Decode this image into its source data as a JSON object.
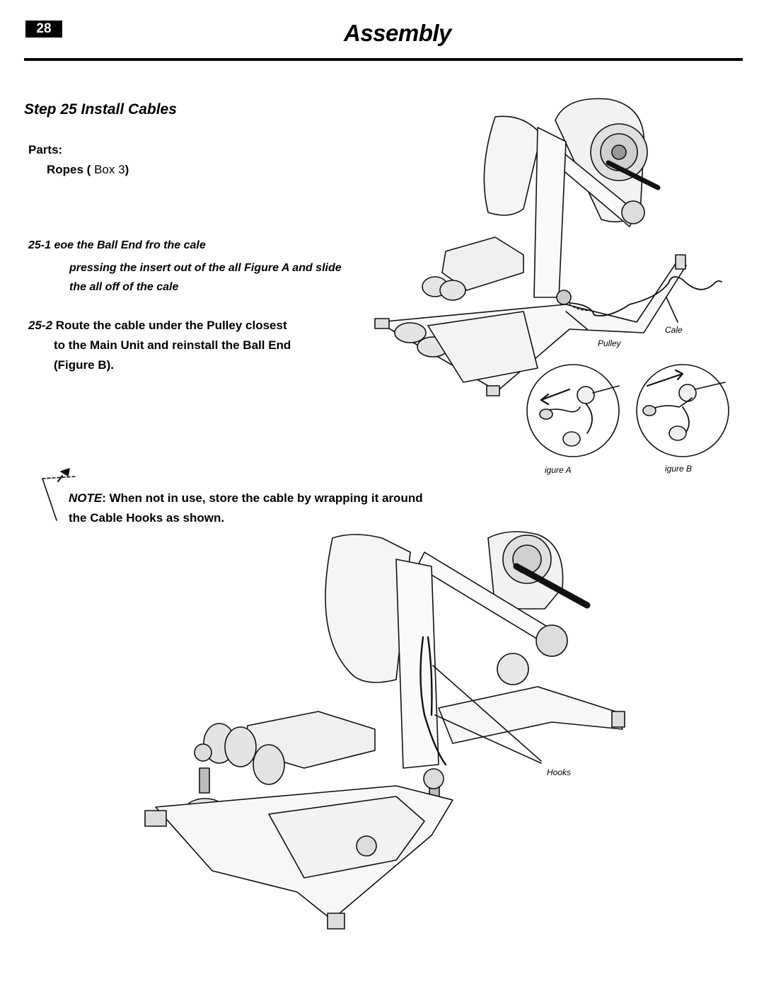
{
  "header": {
    "page_number": "28",
    "title": "Assembly"
  },
  "step": {
    "title": "Step 25  Install Cables"
  },
  "parts": {
    "label": "Parts:",
    "item_name": "Ropes (",
    "item_box": "Box 3",
    "item_close": ")"
  },
  "instructions": {
    "s1_number": "25-1",
    "s1_line1": "eoe the Ball End fro the cale",
    "s1_line2": "pressing the insert out of the all Figure A and slide the all off of the cale",
    "s2_number": "25-2",
    "s2_line1": "Route the cable under the Pulley closest",
    "s2_line2": "to the Main Unit and reinstall the Ball End",
    "s2_line3": "(Figure B)."
  },
  "note": {
    "keyword": "NOTE",
    "text": ": When not in use, store the cable by wrapping it around",
    "text2": "the Cable Hooks as shown."
  },
  "labels": {
    "cable": "Cale",
    "pulley": "Pulley",
    "figure_a": "igure A",
    "figure_b": "igure B",
    "hooks": "Hooks"
  }
}
